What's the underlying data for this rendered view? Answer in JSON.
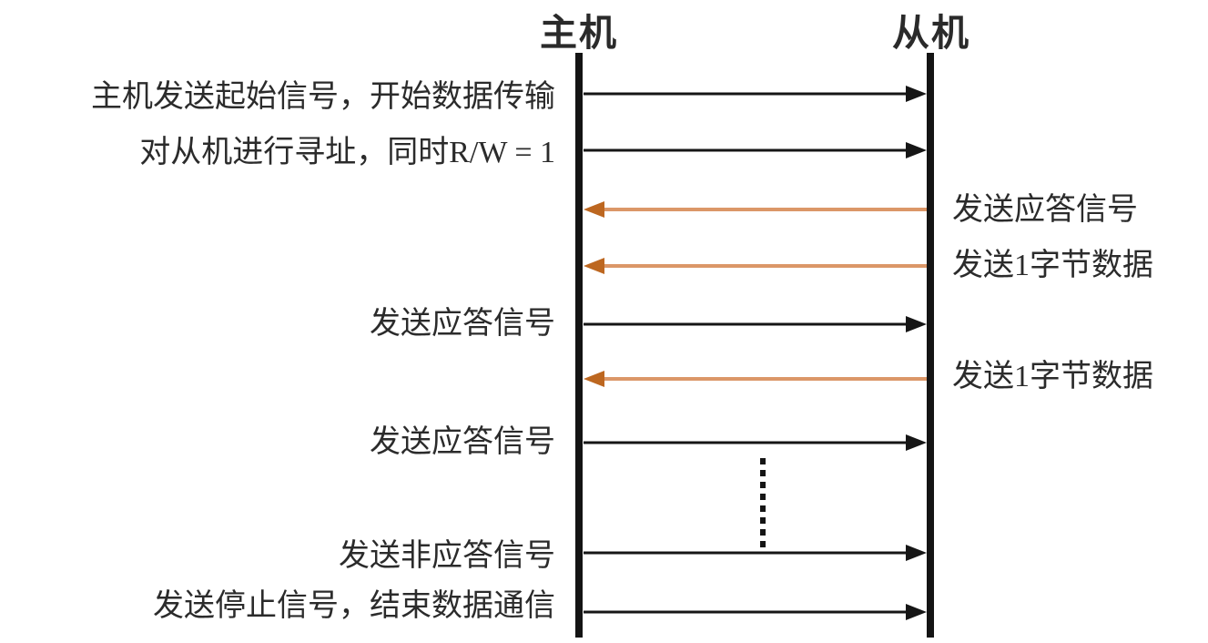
{
  "diagram_type": "sequence-diagram",
  "actors": {
    "master": "主机",
    "slave": "从机"
  },
  "labels": {
    "left": [
      {
        "text": "主机发送起始信号，开始数据传输"
      },
      {
        "text": "对从机进行寻址，同时R/W = 1"
      },
      {
        "text": "发送应答信号"
      },
      {
        "text": "发送应答信号"
      },
      {
        "text": "发送非应答信号"
      },
      {
        "text": "发送停止信号，结束数据通信"
      }
    ],
    "right": [
      {
        "text": "发送应答信号"
      },
      {
        "text": "发送1字节数据"
      },
      {
        "text": "发送1字节数据"
      }
    ]
  },
  "messages": [
    {
      "from": "master",
      "to": "slave",
      "label": "主机发送起始信号，开始数据传输",
      "color": "black"
    },
    {
      "from": "master",
      "to": "slave",
      "label": "对从机进行寻址，同时R/W = 1",
      "color": "black"
    },
    {
      "from": "slave",
      "to": "master",
      "label": "发送应答信号",
      "color": "orange"
    },
    {
      "from": "slave",
      "to": "master",
      "label": "发送1字节数据",
      "color": "orange"
    },
    {
      "from": "master",
      "to": "slave",
      "label": "发送应答信号",
      "color": "black"
    },
    {
      "from": "slave",
      "to": "master",
      "label": "发送1字节数据",
      "color": "orange"
    },
    {
      "from": "master",
      "to": "slave",
      "label": "发送应答信号",
      "color": "black"
    },
    {
      "from": "master",
      "to": "slave",
      "label": "发送非应答信号",
      "color": "black"
    },
    {
      "from": "master",
      "to": "slave",
      "label": "发送停止信号，结束数据通信",
      "color": "black"
    }
  ],
  "continuation_marker": "vertical-dotted-ellipsis",
  "colors": {
    "background": "#ffffff",
    "line_black": "#161616",
    "arrow_orange_shaft": "#db9768",
    "arrow_orange_head": "#bd6720",
    "text": "#2b2b2b"
  }
}
